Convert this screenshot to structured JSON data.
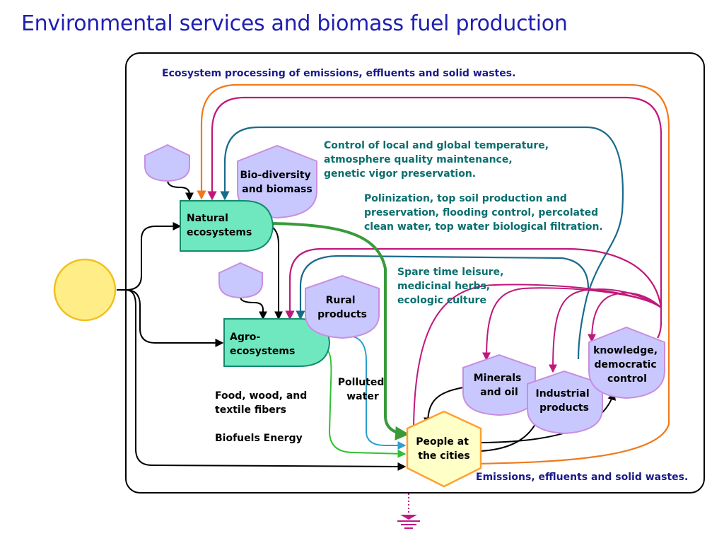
{
  "title": "Environmental services and biomass fuel production",
  "nodes": {
    "natural": [
      "Natural",
      "ecosystems"
    ],
    "agro": [
      "Agro-",
      "ecosystems"
    ],
    "biodiversity": [
      "Bio-diversity",
      "and biomass"
    ],
    "rural": [
      "Rural",
      "products"
    ],
    "minerals": [
      "Minerals",
      "and oil"
    ],
    "industrial": [
      "Industrial",
      "products"
    ],
    "knowledge": [
      "knowledge,",
      "democratic",
      "control"
    ],
    "people": [
      "People at",
      "the cities"
    ]
  },
  "labels": {
    "ecosystem_processing": "Ecosystem processing of emissions, effluents and solid wastes.",
    "control": [
      "Control of local and global temperature,",
      "atmosphere quality maintenance,",
      "genetic vigor preservation."
    ],
    "polinization": [
      "Polinization, top soil production and",
      "preservation, flooding control, percolated",
      "clean water, top water biological filtration."
    ],
    "spare_time": [
      "Spare time leisure,",
      "medicinal herbs,",
      "ecologic culture"
    ],
    "polluted": [
      "Polluted",
      "water"
    ],
    "food": [
      "Food, wood, and",
      "textile fibers"
    ],
    "biofuels": "Biofuels Energy",
    "emissions": "Emissions, effluents and solid wastes."
  },
  "colors": {
    "title": "#1f1fb4",
    "navy_text": "#1a1a8c",
    "teal_text": "#0b6e6e",
    "tank_fill": "#6fe8c0",
    "tank_stroke": "#138a6a",
    "lavender": "#c8c8ff",
    "lavender_stroke": "#c88ee0",
    "sun_fill": "#ffee88",
    "sun_stroke": "#f0c020",
    "people_fill": "#ffffc8",
    "people_stroke": "#ffa030",
    "orange": "#f07a1a",
    "magenta": "#c0187a",
    "blue": "#1a6a8c",
    "green": "#3a9a3a",
    "light_green": "#30c030",
    "light_blue": "#2aa0d0",
    "black": "#000000",
    "ground": "#c0188a"
  }
}
